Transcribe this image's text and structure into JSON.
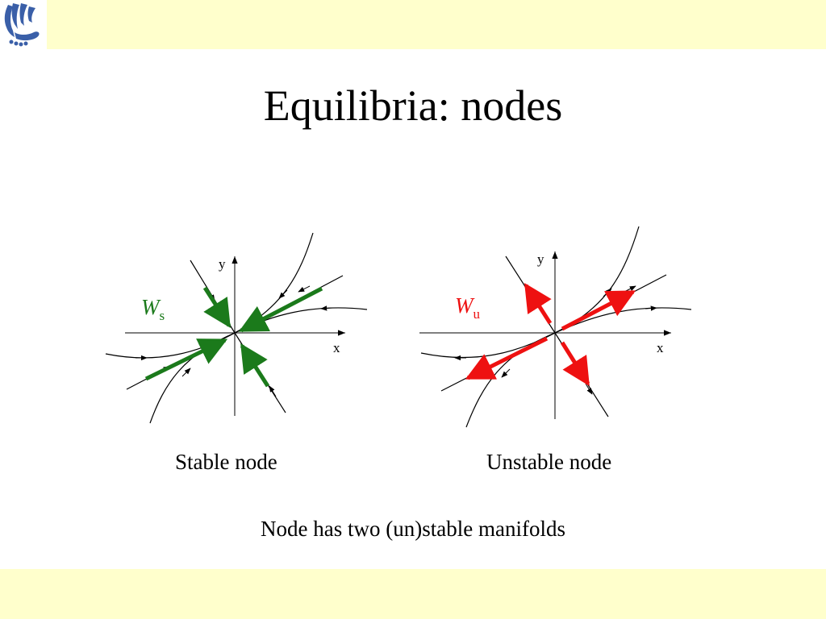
{
  "slide": {
    "title": "Equilibria: nodes",
    "subtitle": "Node has two (un)stable manifolds"
  },
  "colors": {
    "band": "#ffffcc",
    "logo": "#3a5fa8",
    "stable_arrow": "#1b7a1b",
    "unstable_arrow": "#ee1111"
  },
  "stable_node": {
    "caption": "Stable node",
    "manifold_symbol": "W",
    "manifold_sub": "s",
    "axis_x": "x",
    "axis_y": "y"
  },
  "unstable_node": {
    "caption": "Unstable node",
    "manifold_symbol": "W",
    "manifold_sub": "u",
    "axis_x": "x",
    "axis_y": "y"
  }
}
